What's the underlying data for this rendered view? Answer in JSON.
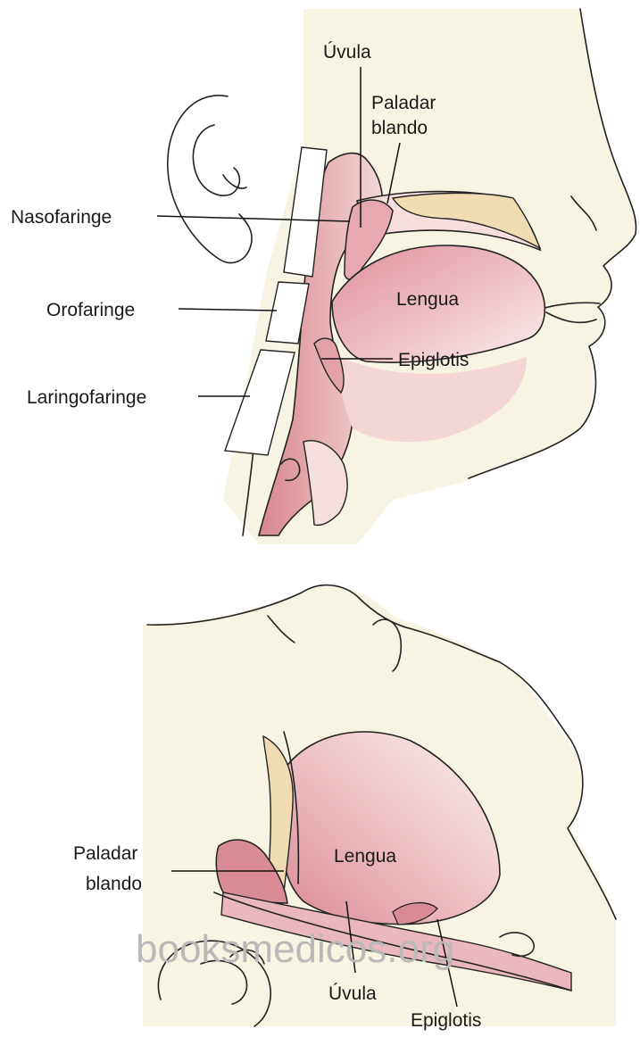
{
  "figure_top": {
    "labels": {
      "uvula": "Úvula",
      "soft_palate_line1": "Paladar",
      "soft_palate_line2": "blando",
      "nasopharynx": "Nasofaringe",
      "oropharynx": "Orofaringe",
      "laryngopharynx": "Laringofaringe",
      "tongue": "Lengua",
      "epiglottis": "Epiglotis"
    }
  },
  "figure_bottom": {
    "labels": {
      "soft_palate_line1": "Paladar",
      "soft_palate_line2": "blando",
      "tongue": "Lengua",
      "uvula": "Úvula",
      "epiglottis": "Epiglotis"
    }
  },
  "watermark": "booksmedicos.org",
  "colors": {
    "skin": "#f8f4e3",
    "tissue": "#e9b7bd",
    "tissue_dark": "#d98c98",
    "bone": "#f0dcb2",
    "ink": "#222222"
  }
}
